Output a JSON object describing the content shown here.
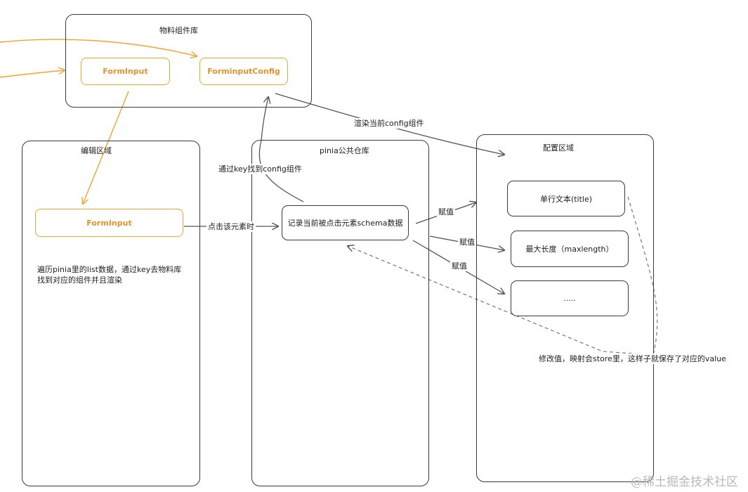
{
  "groups": {
    "library": {
      "title": "物料组件库"
    },
    "editor": {
      "title": "编辑区域",
      "description_line1": "遍历pinia里的list数据，通过key去物料库",
      "description_line2": "找到对应的组件并且渲染"
    },
    "store": {
      "title": "pinia公共仓库"
    },
    "config": {
      "title": "配置区域"
    }
  },
  "nodes": {
    "lib_form_input": "FormInput",
    "lib_form_input_config": "ForminputConfig",
    "editor_form_input": "FormInput",
    "store_record": "记录当前被点击元素schema数据",
    "cfg_single_line": "单行文本(title)",
    "cfg_max_length": "最大长度（maxlength）",
    "cfg_more": "....."
  },
  "edges": {
    "render_config": "渲染当前config组件",
    "find_config": "通过key找到config组件",
    "click_element": "点击该元素时",
    "assign_1": "赋值",
    "assign_2": "赋值",
    "assign_3": "赋值",
    "modify_value": "修改值，映射会store里，这样子就保存了对应的value"
  },
  "watermark": "@稀土掘金技术社区",
  "colors": {
    "orange": "#f0a330",
    "stroke": "#3a3a3a",
    "dashed": "#777777"
  }
}
